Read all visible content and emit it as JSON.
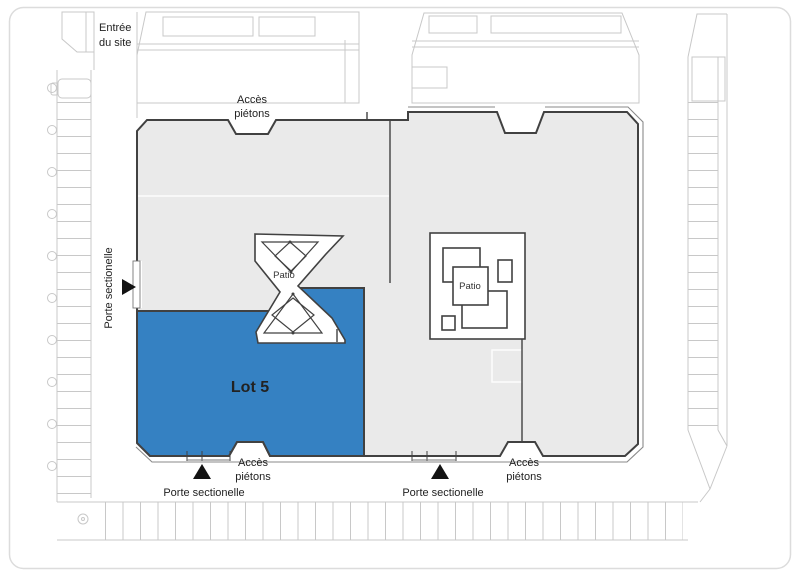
{
  "plan_labels": {
    "site_entrance_line1": "Entrée",
    "site_entrance_line2": "du site",
    "pedestrian_line1": "Accès",
    "pedestrian_line2": "piétons",
    "sectional_door": "Porte sectionelle",
    "patio": "Patio",
    "lot": "Lot 5"
  },
  "colors": {
    "lot_fill": "#3581c2",
    "lot_text": "#d6e8f8",
    "building_fill": "#eaeaea",
    "wall": "#414141",
    "context_line": "#c8c8c8",
    "arrow": "#131313",
    "card_border": "#dcdcdc"
  }
}
